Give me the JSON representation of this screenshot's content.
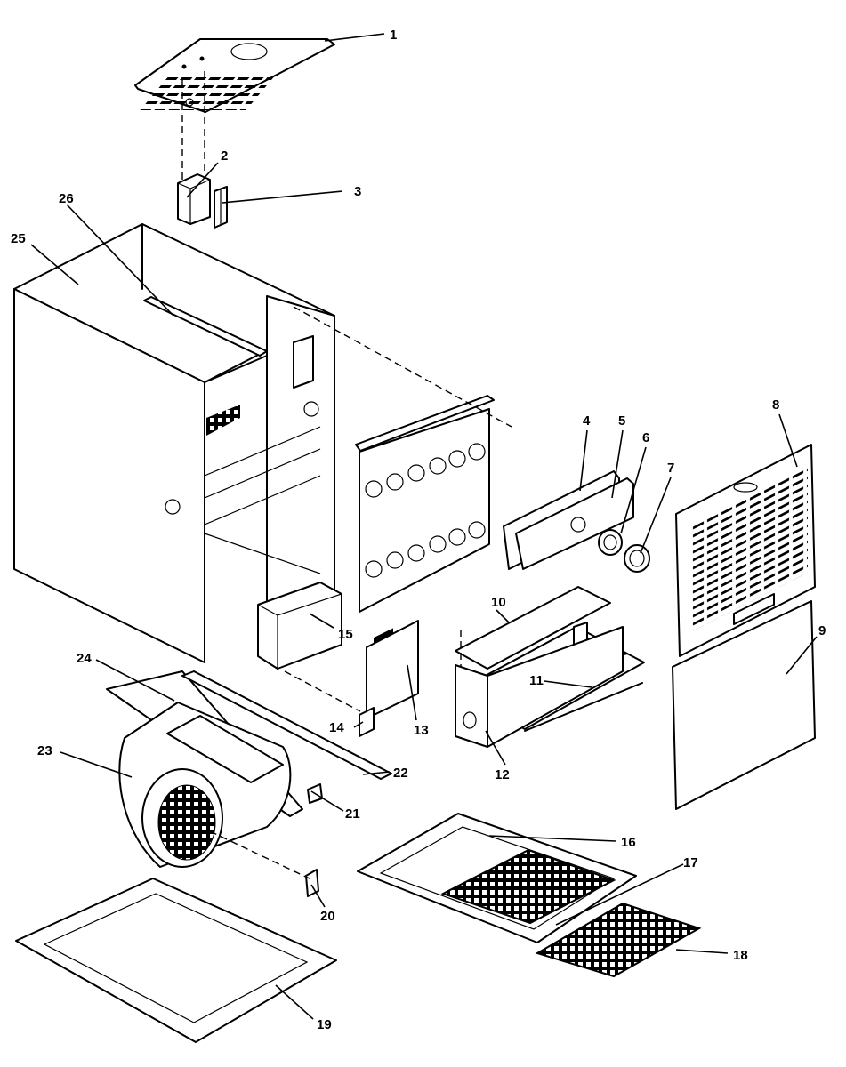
{
  "parts": [
    {
      "id": "1"
    },
    {
      "id": "2"
    },
    {
      "id": "3"
    },
    {
      "id": "4"
    },
    {
      "id": "5"
    },
    {
      "id": "6"
    },
    {
      "id": "7"
    },
    {
      "id": "8"
    },
    {
      "id": "9"
    },
    {
      "id": "10"
    },
    {
      "id": "11"
    },
    {
      "id": "12"
    },
    {
      "id": "13"
    },
    {
      "id": "14"
    },
    {
      "id": "15"
    },
    {
      "id": "16"
    },
    {
      "id": "17"
    },
    {
      "id": "18"
    },
    {
      "id": "19"
    },
    {
      "id": "20"
    },
    {
      "id": "21"
    },
    {
      "id": "22"
    },
    {
      "id": "23"
    },
    {
      "id": "24"
    },
    {
      "id": "25"
    },
    {
      "id": "26"
    }
  ],
  "colors": {
    "line": "#000000",
    "background": "#ffffff"
  }
}
